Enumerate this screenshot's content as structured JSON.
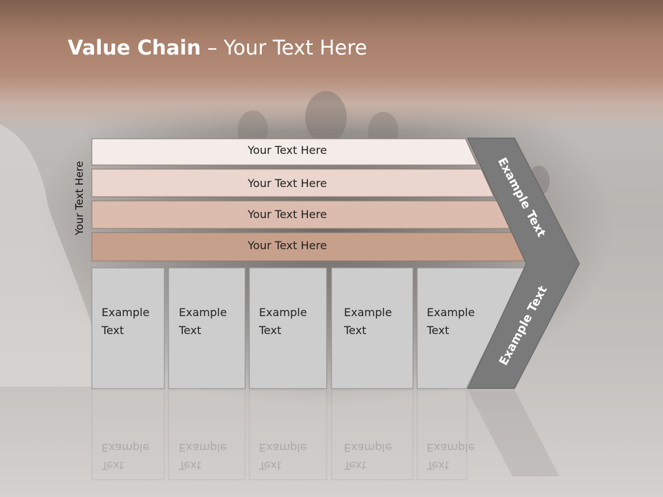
{
  "slide": {
    "title_bold": "Value Chain",
    "title_rest": " – Your Text Here",
    "side_label": "Your Text Here"
  },
  "bands": [
    {
      "label": "Your Text Here",
      "color": "#f4ece9"
    },
    {
      "label": "Your Text Here",
      "color": "#ead6cf"
    },
    {
      "label": "Your Text Here",
      "color": "#dcbcae"
    },
    {
      "label": "Your Text Here",
      "color": "#c7a08c"
    }
  ],
  "cells": [
    {
      "line1": "Example",
      "line2": "Text"
    },
    {
      "line1": "Example",
      "line2": "Text"
    },
    {
      "line1": "Example",
      "line2": "Text"
    },
    {
      "line1": "Example",
      "line2": "Text"
    },
    {
      "line1": "Example",
      "line2": "Text"
    }
  ],
  "arrow": {
    "upper_label": "Example Text",
    "lower_label": "Example Text",
    "color": "#7a7a7a"
  },
  "colors": {
    "cell_fill": "#cdcdcd",
    "header_band": "#b0877a"
  }
}
